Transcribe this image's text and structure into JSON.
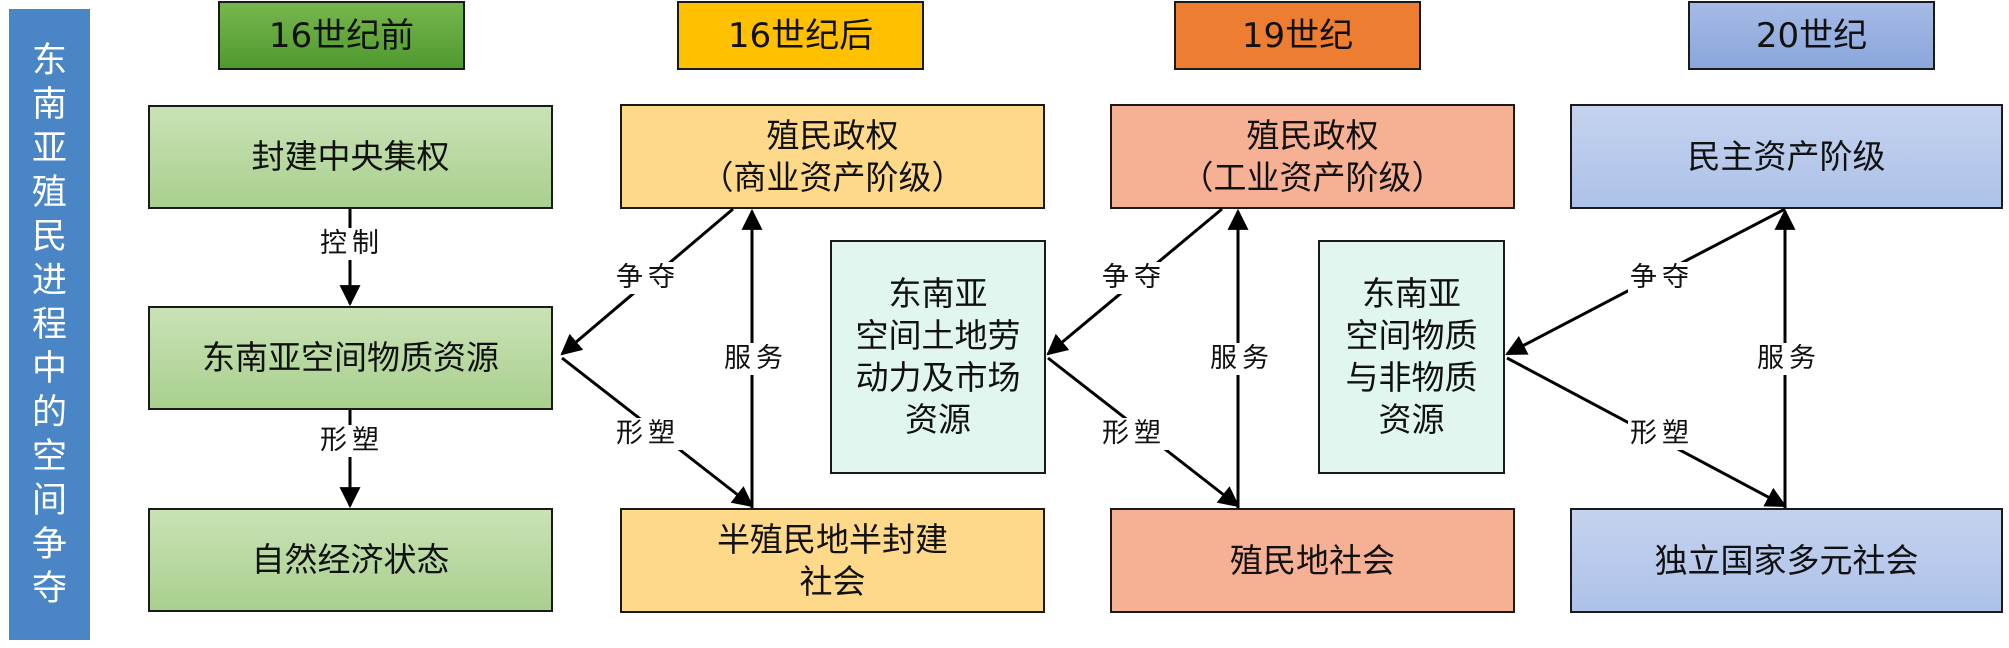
{
  "sidebar": {
    "title": "东南亚殖民进程中的空间争夺"
  },
  "periods": {
    "p1": "16世纪前",
    "p2": "16世纪后",
    "p3": "19世纪",
    "p4": "20世纪"
  },
  "col1": {
    "top": "封建中央集权",
    "middle": "东南亚空间物质资源",
    "bottom": "自然经济状态",
    "label_control": "控制",
    "label_shape": "形塑"
  },
  "col2": {
    "top": "殖民政权\n（商业资产阶级）",
    "bottom": "半殖民地半封建\n社会",
    "label_compete": "争夺",
    "label_shape": "形塑",
    "label_serve": "服务"
  },
  "col3": {
    "resource": "东南亚\n空间土地劳\n动力及市场\n资源",
    "top": "殖民政权\n（工业资产阶级）",
    "bottom": "殖民地社会",
    "label_compete": "争夺",
    "label_shape": "形塑",
    "label_serve": "服务"
  },
  "col4": {
    "resource": "东南亚\n空间物质\n与非物质\n资源",
    "top": "民主资产阶级",
    "bottom": "独立国家多元社会",
    "label_compete": "争夺",
    "label_shape": "形塑",
    "label_serve": "服务"
  },
  "colors": {
    "sidebar": "#4a86c5",
    "green_header": "#5aa336",
    "yellow_header": "#ffc000",
    "orange_header": "#ed7d31",
    "blue_header": "#8faadc"
  }
}
